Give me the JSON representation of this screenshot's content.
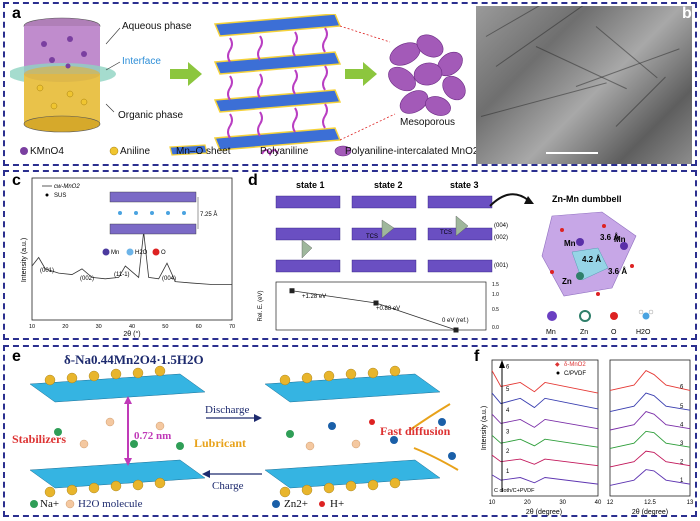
{
  "panel_a": {
    "label": "a",
    "aqueous": "Aqueous phase",
    "interface": "Interface",
    "organic": "Organic phase",
    "mesoporous": "Mesoporous",
    "legend": [
      "KMnO4",
      "Aniline",
      "Mn–O sheet",
      "Polyaniline",
      "Polyaniline-intercalated MnO2"
    ]
  },
  "panel_b": {
    "label": "b"
  },
  "panel_c": {
    "label": "c",
    "legend": [
      "cw-MnO2",
      "SUS"
    ],
    "spacing": "7.25 Å",
    "atoms": [
      "Mn",
      "H2O",
      "O"
    ],
    "ylabel": "Intensity (a.u.)",
    "xlabel": "2θ (°)",
    "peaks": [
      "(001)",
      "(002)",
      "(11-1)",
      "(004)"
    ]
  },
  "panel_d": {
    "label": "d",
    "states": [
      "state 1",
      "state 2",
      "state 3"
    ],
    "tcs": "TCS",
    "planes": [
      "(004)",
      "(002)",
      "(001)"
    ],
    "energy_ylabel": "Rel. E. (eV)",
    "energies": [
      "+1.28 eV",
      "+0.88 eV",
      "0 eV (ref.)"
    ],
    "dumbbell_title": "Zn-Mn dumbbell",
    "distances": [
      "3.6 Å",
      "4.2 Å",
      "3.6 Å"
    ],
    "atom_labels": [
      "Mn",
      "Zn",
      "O",
      "H2O"
    ]
  },
  "panel_e": {
    "label": "e",
    "formula": "δ-Na0.44Mn2O4·1.5H2O",
    "stabilizers": "Stabilizers",
    "spacing": "0.72 nm",
    "discharge": "Discharge",
    "charge": "Charge",
    "lubricant": "Lubricant",
    "fast_diffusion": "Fast diffusion",
    "legend": [
      "Na+",
      "H2O molecule",
      "Zn2+",
      "H+"
    ]
  },
  "panel_f": {
    "label": "f",
    "legend": [
      "δ-MnO2",
      "C/PVDF"
    ],
    "ylabel": "Intensity (a.u.)",
    "xlabel": "2θ (degree)",
    "baseline_label": "C cloth/C+PVDF",
    "curve_numbers": [
      "6",
      "5",
      "4",
      "3",
      "2",
      "1"
    ],
    "left_ticks": [
      "10",
      "20",
      "30",
      "40"
    ],
    "right_ticks": [
      "12",
      "12.5",
      "13"
    ]
  },
  "chart_data": [
    {
      "type": "line",
      "panel": "c",
      "xlabel": "2θ (°)",
      "ylabel": "Intensity (a.u.)",
      "xlim": [
        10,
        70
      ],
      "x_ticks": [
        10,
        20,
        30,
        40,
        50,
        60,
        70
      ],
      "series": [
        {
          "name": "cw-MnO2",
          "x": [
            10,
            12,
            14,
            18,
            22,
            25,
            28,
            32,
            36,
            38,
            42,
            43.5,
            45,
            48,
            50.5,
            53,
            58,
            64,
            70
          ],
          "values": [
            0.38,
            0.44,
            0.36,
            0.33,
            0.32,
            0.36,
            0.3,
            0.29,
            0.3,
            0.38,
            0.3,
            0.62,
            0.3,
            0.29,
            0.4,
            0.27,
            0.26,
            0.25,
            0.25
          ]
        }
      ],
      "annotations": [
        "(001)",
        "(002)",
        "(11-1)",
        "(004)"
      ]
    },
    {
      "type": "line",
      "panel": "f-left",
      "xlabel": "2θ (degree)",
      "ylabel": "Intensity (a.u.)",
      "xlim": [
        10,
        40
      ],
      "x_ticks": [
        10,
        20,
        30,
        40
      ],
      "series": [
        {
          "name": "6",
          "values": [
            0.95,
            0.83,
            0.86,
            0.79,
            0.86,
            0.78
          ]
        },
        {
          "name": "5",
          "values": [
            0.78,
            0.7,
            0.74,
            0.67,
            0.74,
            0.66
          ]
        },
        {
          "name": "4",
          "values": [
            0.62,
            0.55,
            0.58,
            0.52,
            0.58,
            0.51
          ]
        },
        {
          "name": "3",
          "values": [
            0.46,
            0.4,
            0.43,
            0.38,
            0.43,
            0.37
          ]
        },
        {
          "name": "2",
          "values": [
            0.31,
            0.26,
            0.28,
            0.24,
            0.28,
            0.23
          ]
        },
        {
          "name": "1",
          "values": [
            0.16,
            0.12,
            0.14,
            0.1,
            0.14,
            0.09
          ]
        }
      ],
      "x": [
        10,
        12.5,
        18,
        22,
        25,
        40
      ]
    },
    {
      "type": "line",
      "panel": "f-right",
      "xlabel": "2θ (degree)",
      "xlim": [
        12,
        13
      ],
      "x_ticks": [
        12,
        12.5,
        13
      ],
      "series": [
        {
          "name": "6",
          "x": [
            12,
            12.3,
            12.45,
            12.55,
            12.7,
            13
          ],
          "values": [
            0.8,
            0.84,
            0.95,
            0.92,
            0.84,
            0.8
          ]
        },
        {
          "name": "5",
          "x": [
            12,
            12.3,
            12.45,
            12.55,
            12.7,
            13
          ],
          "values": [
            0.64,
            0.68,
            0.78,
            0.76,
            0.68,
            0.65
          ]
        },
        {
          "name": "4",
          "x": [
            12,
            12.3,
            12.45,
            12.55,
            12.7,
            13
          ],
          "values": [
            0.5,
            0.54,
            0.64,
            0.62,
            0.54,
            0.51
          ]
        },
        {
          "name": "3",
          "x": [
            12,
            12.3,
            12.45,
            12.55,
            12.7,
            13
          ],
          "values": [
            0.36,
            0.4,
            0.49,
            0.48,
            0.4,
            0.37
          ]
        },
        {
          "name": "2",
          "x": [
            12,
            12.3,
            12.45,
            12.55,
            12.7,
            13
          ],
          "values": [
            0.22,
            0.26,
            0.34,
            0.33,
            0.26,
            0.23
          ]
        },
        {
          "name": "1",
          "x": [
            12,
            12.3,
            12.45,
            12.55,
            12.7,
            13
          ],
          "values": [
            0.08,
            0.12,
            0.2,
            0.19,
            0.12,
            0.09
          ]
        }
      ]
    },
    {
      "type": "line",
      "panel": "d-energy",
      "ylabel": "Rel. E. (eV)",
      "ylim": [
        0,
        1.5
      ],
      "categories": [
        "state 1",
        "state 2",
        "state 3"
      ],
      "values": [
        1.28,
        0.88,
        0
      ]
    }
  ]
}
